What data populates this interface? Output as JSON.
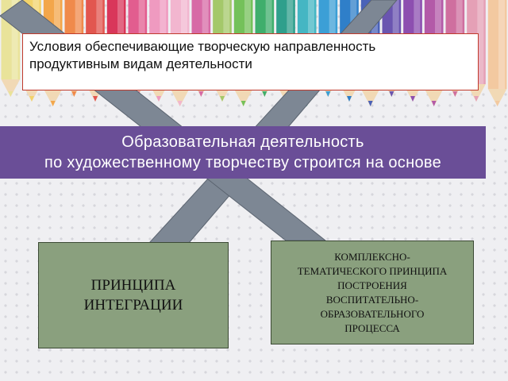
{
  "title": "Условия обеспечивающие творческую направленность\nпродуктивным видам деятельности",
  "banner": {
    "line1": "Образовательная деятельность",
    "line2": "по художественному творчеству строится на основе"
  },
  "boxes": {
    "left": "ПРИНЦИПА\nИНТЕГРАЦИИ",
    "right": "КОМПЛЕКСНО-\nТЕМАТИЧЕСКОГО ПРИНЦИПА\nПОСТРОЕНИЯ\nВОСПИТАТЕЛЬНО-\nОБРАЗОВАТЕЛЬНОГО\nПРОЦЕССА"
  },
  "colors": {
    "banner": "#6a4e97",
    "boxes": "#8aa07e",
    "connectors": "#7d8794",
    "title_border": "#c0392b"
  },
  "pencil_colors": [
    "#e9e39a",
    "#f2d36b",
    "#f3a64b",
    "#f08a4b",
    "#e2564f",
    "#d9365a",
    "#e25d8f",
    "#ef9ac0",
    "#f2b6cf",
    "#d76aa6",
    "#a4c86a",
    "#74c15a",
    "#3fae6c",
    "#2f9f8c",
    "#45b6c3",
    "#3c9fd6",
    "#2f7fc9",
    "#4a62b8",
    "#6a55b0",
    "#8d4fb0",
    "#b35aa8",
    "#cf6f9f",
    "#e5a0b6",
    "#f3c9a0"
  ]
}
